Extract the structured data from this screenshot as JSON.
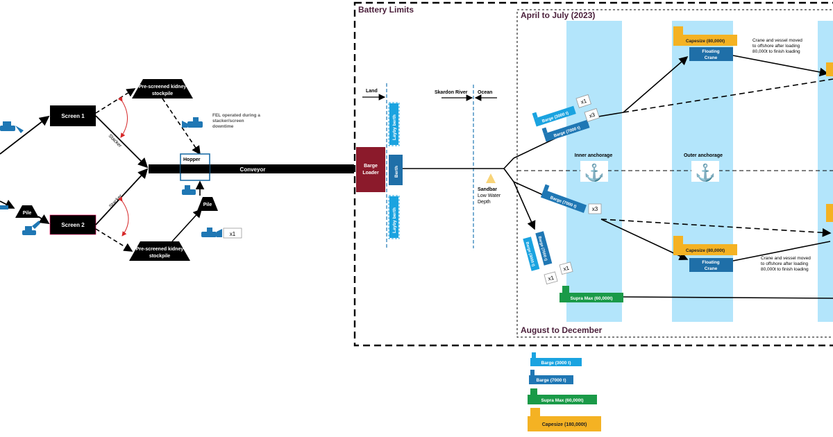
{
  "labels": {
    "battery_limits": "Battery Limits",
    "april_to_july": "April to July (2023)",
    "august_to_december": "August to December",
    "screen_1": "Screen 1",
    "screen_2": "Screen 2",
    "pile_left": "Pile",
    "pile_hopper": "Pile",
    "stockpile_top": "Pre-screened kidney stockpile",
    "stockpile_bottom": "Pre-screened kidney stockpile",
    "stacker_top": "Stacker",
    "stacker_bottom": "Stacker",
    "hopper": "Hopper",
    "conveyor": "Conveyor",
    "fel_note": "FEL operated during a stacker/screen downtime",
    "fel_count": "x1",
    "barge_loader": "Barge Loader",
    "berth": "Berth",
    "layby_berth_top": "Layby berth",
    "layby_berth_bottom": "Layby berth",
    "land": "Land",
    "skardon_river": "Skardon River",
    "ocean": "Ocean",
    "sandbar": "Sandbar",
    "low_water_depth": "Low Water Depth",
    "inner_anchorage": "Inner anchorage",
    "outer_anchorage": "Outer anchorage",
    "floating_crane_top": "Floating Crane",
    "floating_crane_bottom": "Floating Crane",
    "capesize_top": "Capesize (80,000t)",
    "capesize_bottom": "Capesize (80,000t)",
    "crane_note_top": "Crane and vessel moved to offshore after loading 80,000t to finish loading",
    "crane_note_bottom": "Crane and vessel moved to offshore after loading 80,000t to finish loading",
    "barge_3000_top": "Barge (3000 t)",
    "barge_7000_top": "Barge (7000 t)",
    "count_x1_top": "x1",
    "count_x3_top": "x3",
    "barge_7000_mid": "Barge (7000 t)",
    "count_x3_mid": "x3",
    "barge_7000_low": "Barge (7000 t)",
    "barge_3000_low": "Barge (3000 t)",
    "count_x1_low_a": "x1",
    "count_x1_low_b": "x1",
    "supramax": "Supra Max (60,000t)"
  },
  "legend": [
    {
      "label": "Barge (3000 t)",
      "color": "#1aa3e0"
    },
    {
      "label": "Barge (7000 t)",
      "color": "#1f77b4"
    },
    {
      "label": "Supra Max (60,000t)",
      "color": "#1a9a48"
    },
    {
      "label": "Capesize (180,000t)",
      "color": "#f4b223"
    }
  ],
  "colors": {
    "barge_light": "#1aa3e0",
    "barge_dark": "#1f77b4",
    "supramax": "#1a9a48",
    "capesize": "#f4b223",
    "anchorage": "#b3e5fb",
    "loader": "#8b1a2b",
    "berth": "#1f6fa8",
    "title": "#4a1f3a"
  }
}
